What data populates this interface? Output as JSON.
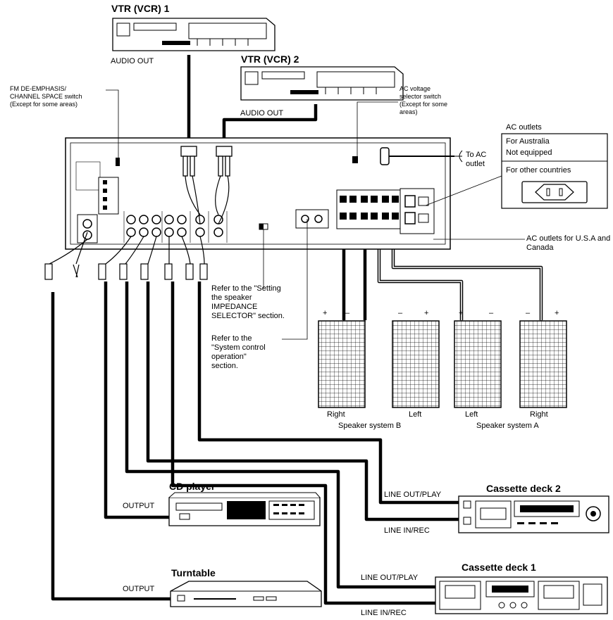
{
  "devices": {
    "vcr1": "VTR (VCR) 1",
    "vcr2": "VTR (VCR) 2",
    "cd": "CD player",
    "turntable": "Turntable",
    "deck2": "Cassette deck 2",
    "deck1": "Cassette deck 1"
  },
  "connections": {
    "vcr1_out": "AUDIO OUT",
    "vcr2_out": "AUDIO OUT",
    "cd_out": "OUTPUT",
    "tt_out": "OUTPUT",
    "deck2_play": "LINE OUT/PLAY",
    "deck2_rec": "LINE IN/REC",
    "deck1_play": "LINE OUT/PLAY",
    "deck1_rec": "LINE IN/REC"
  },
  "callouts": {
    "fm": "FM DE-EMPHASIS/\nCHANNEL SPACE switch\n(Except for some areas)",
    "ac_voltage": "AC voltage\nselector switch\n(Except for some\nareas)",
    "to_ac": "To AC\noutlet",
    "ac_outlets_title": "AC outlets",
    "au_row1": "For Australia",
    "au_row2": "Not equipped",
    "other_countries": "For other countries",
    "ac_usa": "AC outlets for U.S.A and Canada",
    "impedance": "Refer to the \"Setting\nthe speaker\nIMPEDANCE\nSELECTOR\" section.",
    "system_control": "Refer to the\n\"System control\noperation\"\nsection."
  },
  "speakers": {
    "b_right": "Right",
    "b_left": "Left",
    "a_left": "Left",
    "a_right": "Right",
    "group_b": "Speaker system B",
    "group_a": "Speaker system A",
    "plus": "+",
    "minus": "–"
  }
}
